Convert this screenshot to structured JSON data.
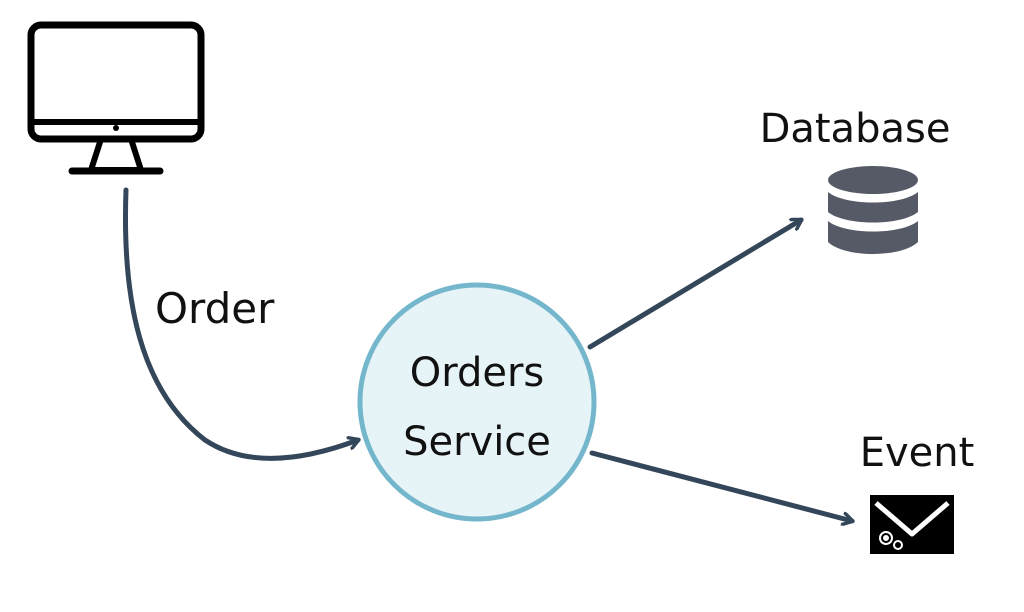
{
  "labels": {
    "order": "Order",
    "service_line1": "Orders",
    "service_line2": "Service",
    "database": "Database",
    "event": "Event"
  },
  "icons": {
    "client": "desktop-monitor-icon",
    "database": "database-icon",
    "event": "envelope-gears-icon"
  },
  "colors": {
    "node_fill": "#e6f3f7",
    "node_border": "#74b7cc",
    "arrow": "#34475a",
    "database_icon": "#555a66",
    "icon_dark": "#000000"
  }
}
